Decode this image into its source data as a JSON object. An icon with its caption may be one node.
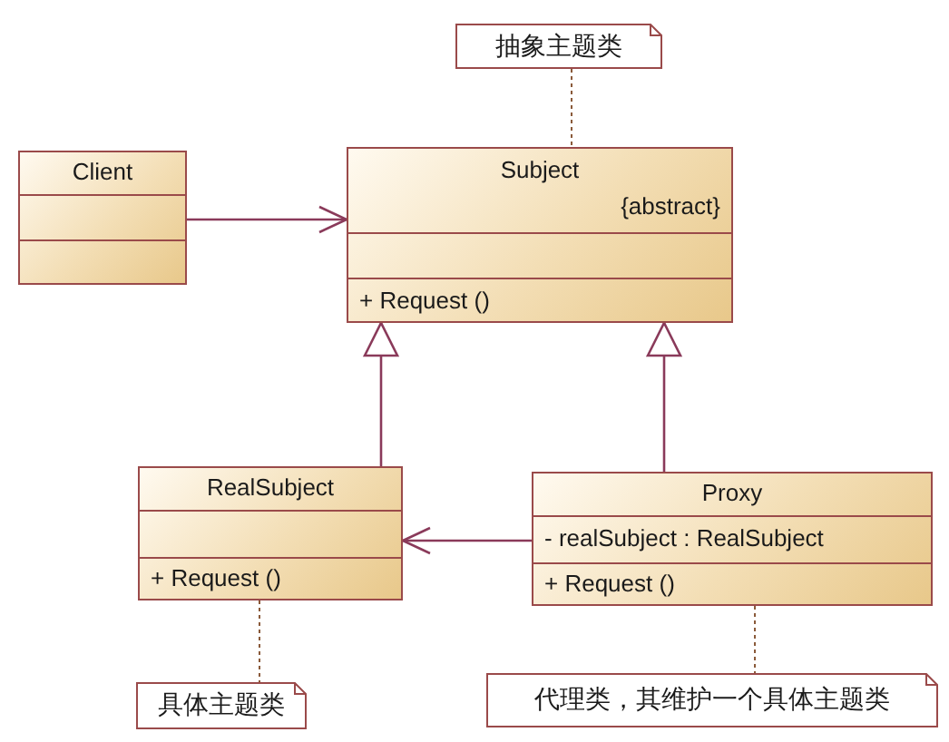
{
  "diagram": {
    "nodes": [
      {
        "text": [
          "抽象主题类"
        ]
      },
      {
        "text": [
          "Client"
        ]
      },
      {
        "text": [
          "Subject",
          "{abstract}",
          "+ Request ()"
        ]
      },
      {
        "text": [
          "RealSubject",
          "+ Request ()"
        ]
      },
      {
        "text": [
          "Proxy",
          "- realSubject : RealSubject",
          "+ Request ()"
        ]
      },
      {
        "text": [
          "具体主题类"
        ]
      },
      {
        "text": [
          "代理类，其维护一个具体主题类"
        ]
      }
    ],
    "edges": [
      {
        "from": 1,
        "to": 2,
        "arrow": "to"
      },
      {
        "from": 3,
        "to": 2,
        "arrow": "to"
      },
      {
        "from": 4,
        "to": 2,
        "arrow": "to"
      },
      {
        "from": 4,
        "to": 3,
        "arrow": "to"
      },
      {
        "from": 0,
        "to": 2,
        "arrow": "none",
        "style": "dashed"
      },
      {
        "from": 3,
        "to": 5,
        "arrow": "none",
        "style": "dashed"
      },
      {
        "from": 4,
        "to": 6,
        "arrow": "none",
        "style": "dashed"
      }
    ]
  }
}
